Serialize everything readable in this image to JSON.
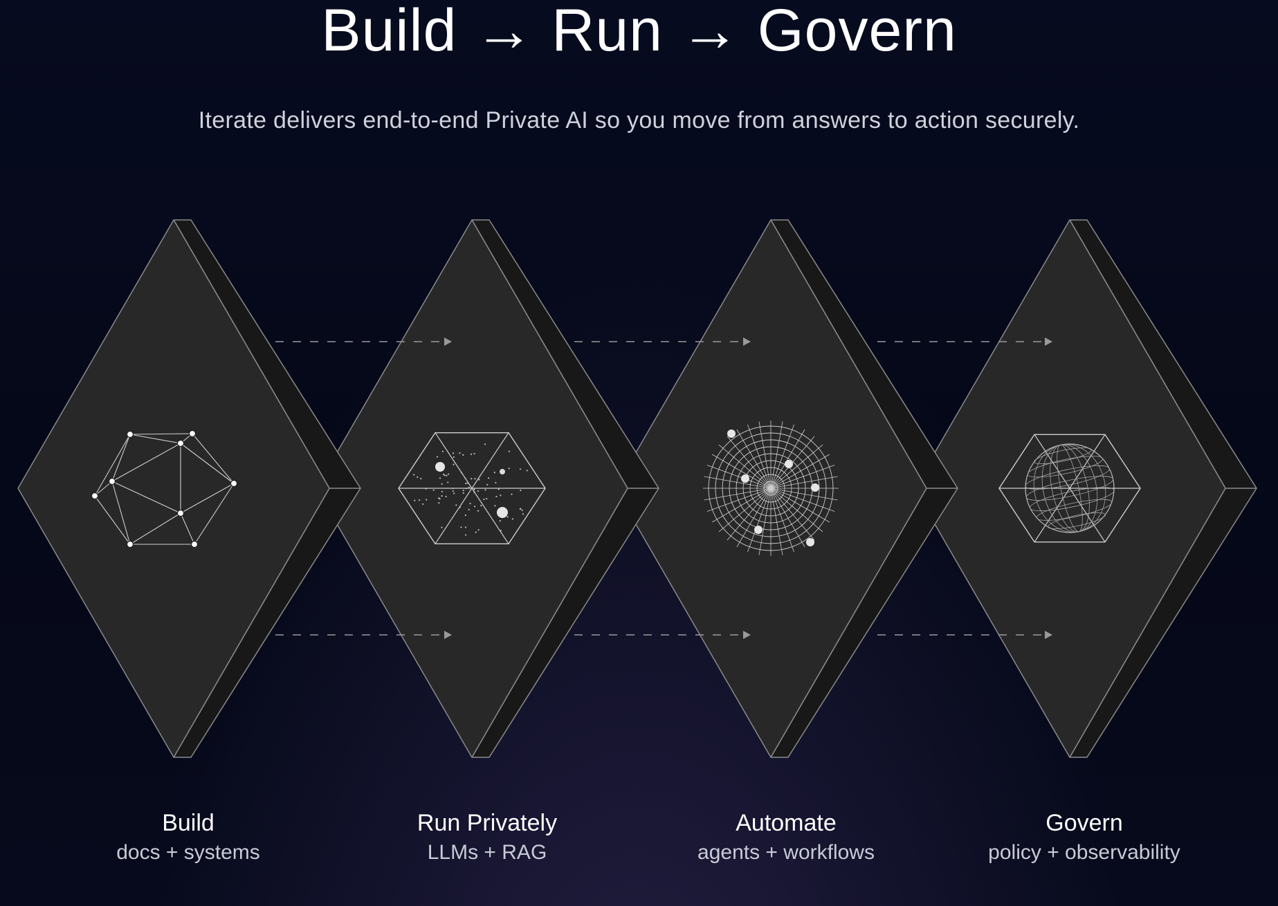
{
  "header": {
    "title": "Build → Run → Govern",
    "subtitle": "Iterate delivers end-to-end Private AI so you move from answers to action securely."
  },
  "stages": [
    {
      "name": "Build",
      "description": "docs + systems",
      "icon": "network-polygon-icon"
    },
    {
      "name": "Run Privately",
      "description": "LLMs + RAG",
      "icon": "hexagon-scatter-icon"
    },
    {
      "name": "Automate",
      "description": "agents + workflows",
      "icon": "polar-grid-icon"
    },
    {
      "name": "Govern",
      "description": "policy + observability",
      "icon": "hexagon-globe-icon"
    }
  ],
  "colors": {
    "background": "#050818",
    "panel_face": "#282828",
    "panel_side": "#181818",
    "panel_edge": "#8a8a8a",
    "line": "#cfcfcf",
    "connector": "#9a9a9a"
  }
}
